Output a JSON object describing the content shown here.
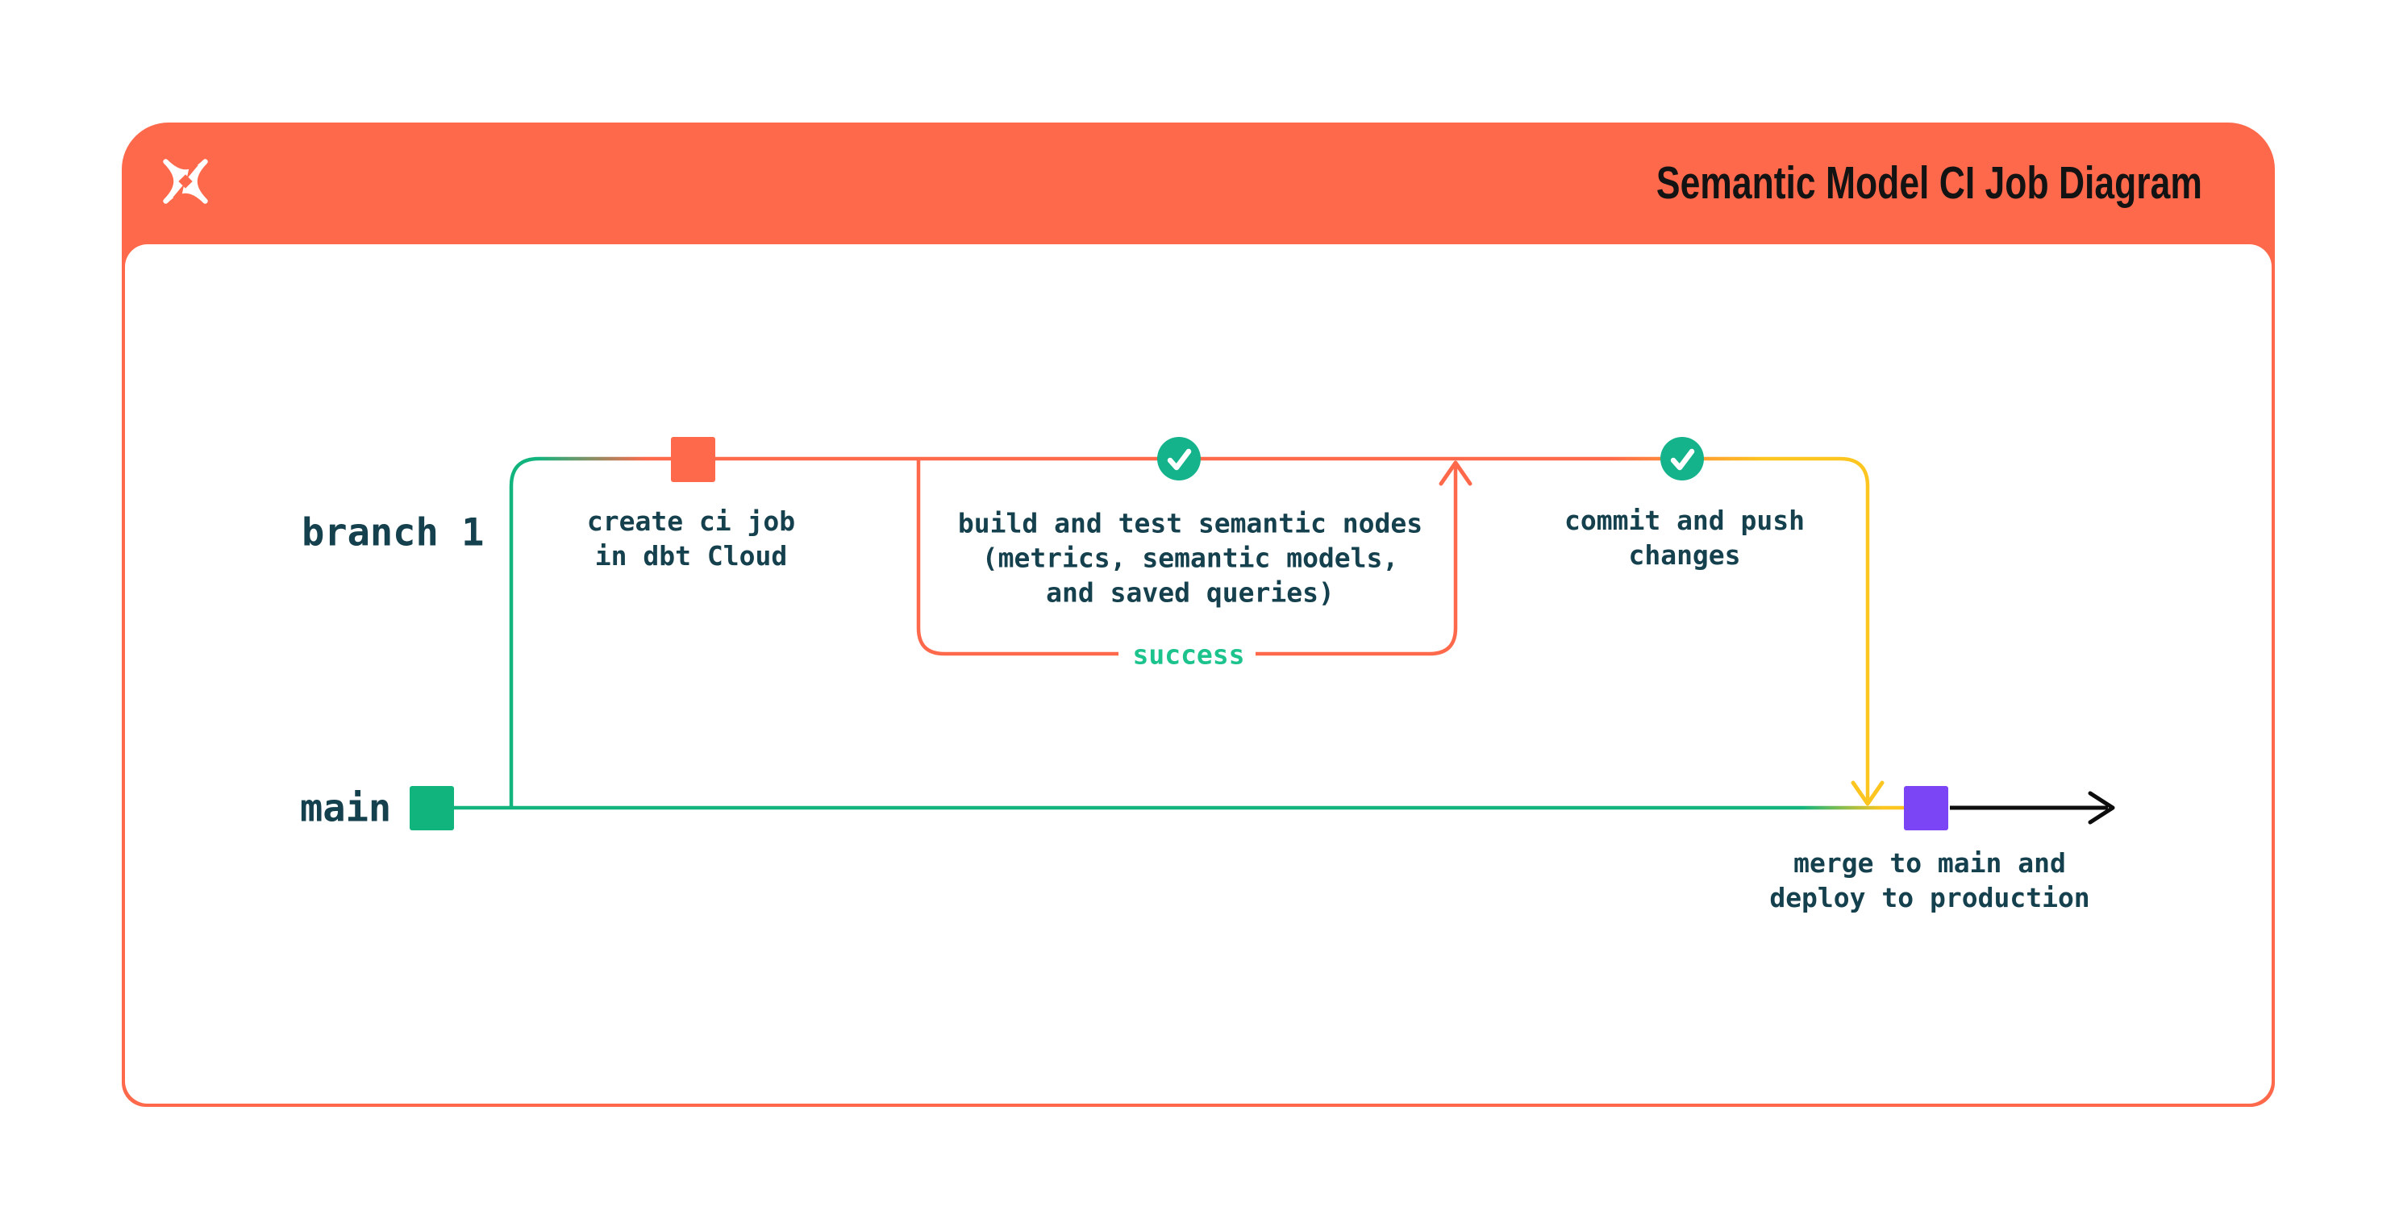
{
  "page": {
    "background": "#FFFFFF"
  },
  "header": {
    "title": "Semantic Model CI Job Diagram",
    "background": "#FF694B",
    "title_color": "#131313",
    "logo": "dbt-mark"
  },
  "diagram": {
    "branch_lane_label": "branch 1",
    "main_lane_label": "main",
    "loop_label": "success",
    "nodes": [
      {
        "id": "create-ci-job",
        "marker": "commit-square-orange",
        "label": "create ci job\nin dbt Cloud"
      },
      {
        "id": "build-and-test",
        "marker": "check-circle-green",
        "label": "build and test semantic nodes\n(metrics, semantic models,\nand saved queries)"
      },
      {
        "id": "commit-and-push",
        "marker": "check-circle-green",
        "label": "commit and push\nchanges"
      },
      {
        "id": "merge-and-deploy",
        "marker": "commit-square-purple",
        "label": "merge to main and\ndeploy to production"
      }
    ],
    "colors": {
      "orange": "#FF694B",
      "branch_green": "#12B47E",
      "check_green": "#15B38C",
      "success_green": "#1DC38D",
      "yellow": "#FDC51F",
      "purple": "#7B45F5",
      "arrow_black": "#0D0D0D",
      "label_text": "#15404D"
    }
  }
}
